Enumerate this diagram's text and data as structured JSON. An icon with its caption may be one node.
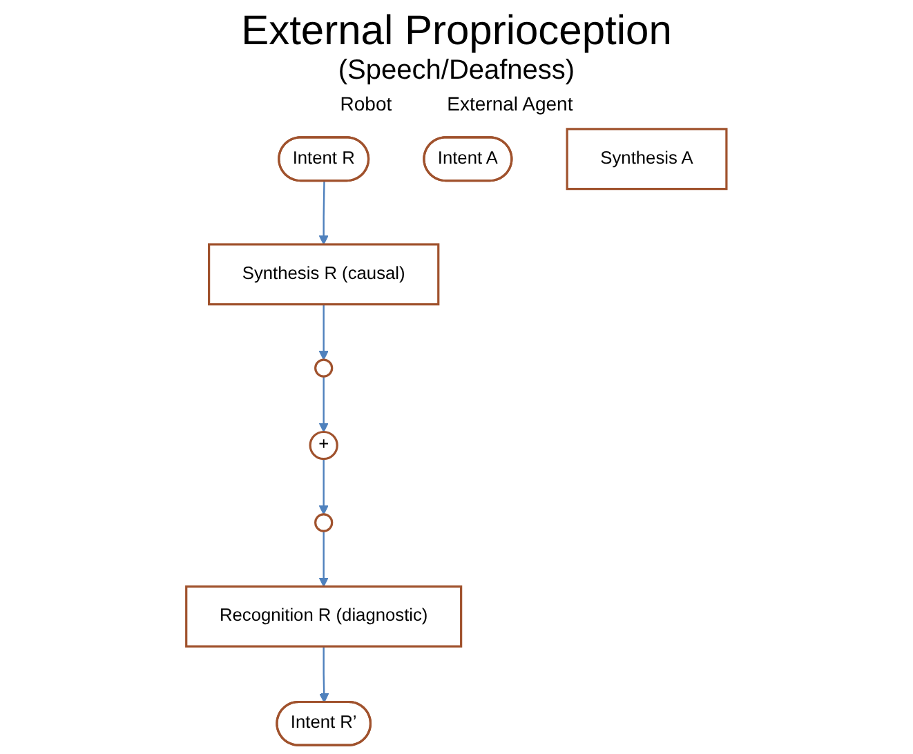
{
  "diagram": {
    "title": "External Proprioception",
    "nodes": [
      {
        "text": [
          "Intent R’"
        ]
      },
      {
        "text": [
          "Intent R"
        ]
      },
      {
        "text": [
          "Intent A"
        ]
      },
      {
        "text": [
          "Recognition R (diagnostic)"
        ]
      },
      {
        "text": [
          "Synthesis R (causal)"
        ]
      },
      {
        "text": [
          "Synthesis A"
        ]
      },
      {
        "text": [],
        "shape": "circle"
      },
      {
        "text": [
          "+"
        ]
      },
      {
        "text": [],
        "shape": "circle"
      }
    ],
    "edges": [
      {
        "from": 3,
        "to": 0,
        "arrow": "to"
      },
      {
        "from": 1,
        "to": 4,
        "arrow": "to"
      },
      {
        "from": 4,
        "to": 6,
        "arrow": "to"
      },
      {
        "from": 6,
        "to": 7,
        "arrow": "to"
      },
      {
        "from": 7,
        "to": 8,
        "arrow": "to"
      },
      {
        "from": 8,
        "to": 3,
        "arrow": "to"
      }
    ],
    "labels": [
      "(Speech/Deafness)",
      "Robot",
      "External Agent"
    ]
  }
}
